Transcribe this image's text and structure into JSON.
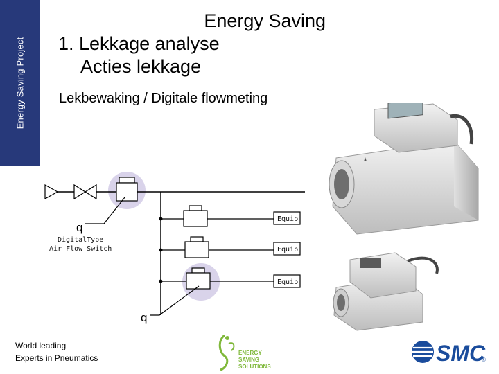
{
  "sidebar": {
    "label": "Energy Saving Project"
  },
  "title": {
    "line1": "Energy Saving",
    "line2": "1.  Lekkage analyse",
    "line3": "Acties lekkage"
  },
  "subtitle": "Lekbewaking / Digitale flowmeting",
  "diagram": {
    "equip_labels": [
      "Equip",
      "Equip",
      "Equip"
    ],
    "q_top": "q",
    "q_bottom": "q",
    "switch_label_1": "DigitalType",
    "switch_label_2": "Air Flow Switch"
  },
  "footer": {
    "line1": "World leading",
    "line2": "Experts in Pneumatics"
  },
  "logos": {
    "energy_saving": [
      "ENERGY",
      "SAVING",
      "SOLUTIONS"
    ],
    "smc": "SMC",
    "registered": "®"
  },
  "colors": {
    "sidebar": "#27397a",
    "highlight": "#d9d3ea",
    "es_green": "#7fb83a",
    "smc_blue": "#1a4c9c"
  }
}
